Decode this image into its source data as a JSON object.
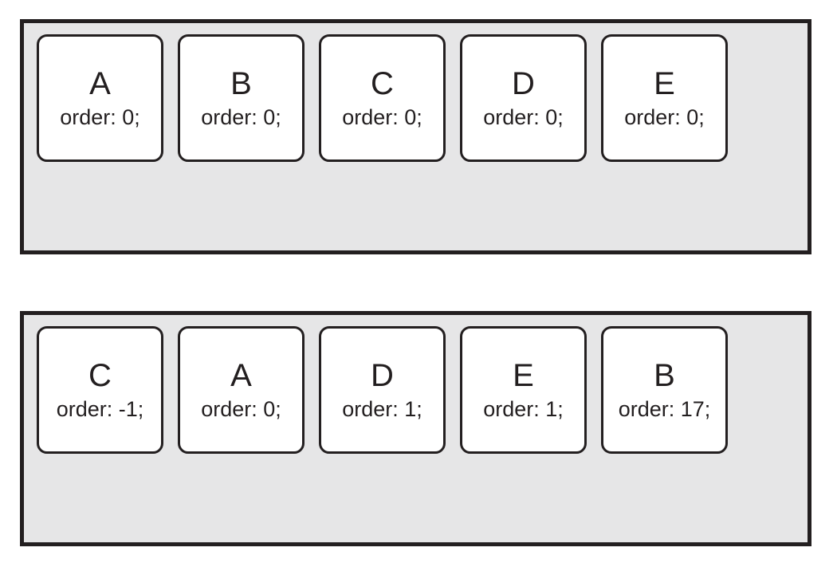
{
  "figure": {
    "colors": {
      "page_background": "#ffffff",
      "container_fill": "#e6e6e7",
      "container_border": "#231f20",
      "item_fill": "#ffffff",
      "item_border": "#231f20",
      "text": "#231f20"
    },
    "containers": [
      {
        "id": "flex-container-default-order",
        "items": [
          {
            "label": "A",
            "order_declaration": "order: 0;"
          },
          {
            "label": "B",
            "order_declaration": "order: 0;"
          },
          {
            "label": "C",
            "order_declaration": "order: 0;"
          },
          {
            "label": "D",
            "order_declaration": "order: 0;"
          },
          {
            "label": "E",
            "order_declaration": "order: 0;"
          }
        ]
      },
      {
        "id": "flex-container-custom-order",
        "items": [
          {
            "label": "C",
            "order_declaration": "order: -1;"
          },
          {
            "label": "A",
            "order_declaration": "order: 0;"
          },
          {
            "label": "D",
            "order_declaration": "order: 1;"
          },
          {
            "label": "E",
            "order_declaration": "order: 1;"
          },
          {
            "label": "B",
            "order_declaration": "order: 17;"
          }
        ]
      }
    ]
  }
}
